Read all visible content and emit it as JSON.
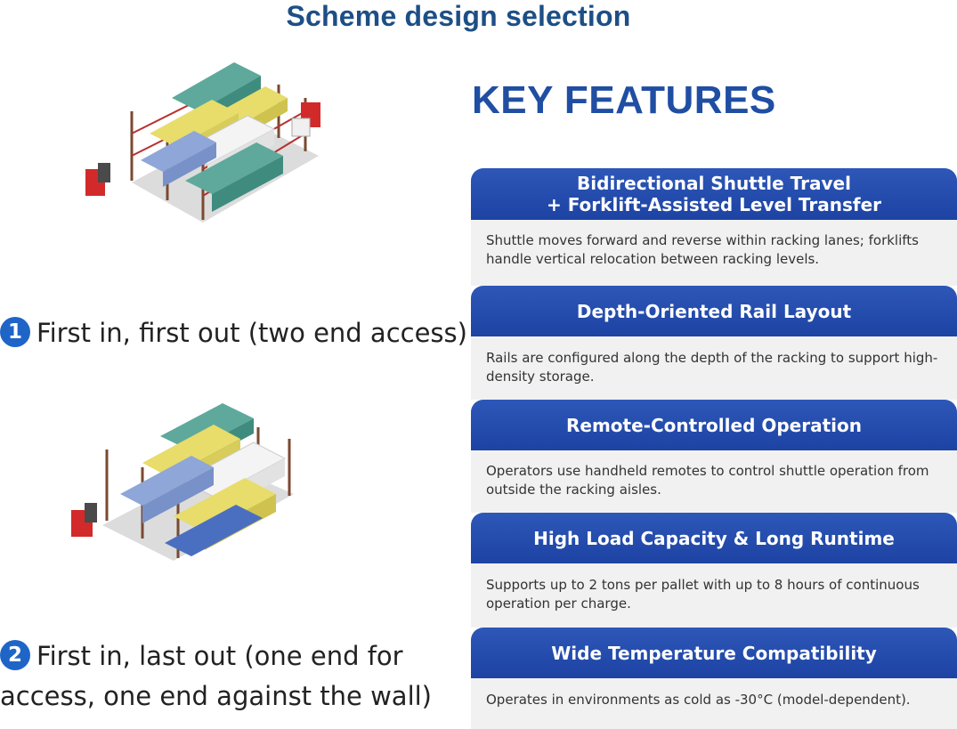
{
  "title": "Scheme design selection",
  "key_features_heading": "KEY FEATURES",
  "schemes": [
    {
      "number": "1",
      "label": "First in, first out  (two end access)"
    },
    {
      "number": "2",
      "label_line1": "First in, last out (one end for",
      "label_line2": "access, one end against the wall)"
    }
  ],
  "features": [
    {
      "title_line1": "Bidirectional Shuttle Travel",
      "title_line2": "+ Forklift-Assisted Level Transfer",
      "desc": "Shuttle moves forward and reverse within racking lanes; forklifts handle vertical relocation between racking levels."
    },
    {
      "title_line1": "Depth-Oriented Rail Layout",
      "desc": "Rails are configured along the depth of the racking to support high-density storage."
    },
    {
      "title_line1": "Remote-Controlled Operation",
      "desc": "Operators use handheld remotes to control shuttle operation from outside the racking aisles."
    },
    {
      "title_line1": "High Load Capacity & Long Runtime",
      "desc": "Supports up to 2 tons per pallet with up to 8 hours of continuous operation per charge."
    },
    {
      "title_line1": "Wide Temperature Compatibility",
      "desc": "Operates in environments as cold as -30°C (model-dependent)."
    }
  ],
  "colors": {
    "title": "#1d4f86",
    "key_heading": "#1f4ea3",
    "feature_header": "#2450b0",
    "feature_body": "#f1f1f1",
    "badge": "#1f65c7"
  }
}
